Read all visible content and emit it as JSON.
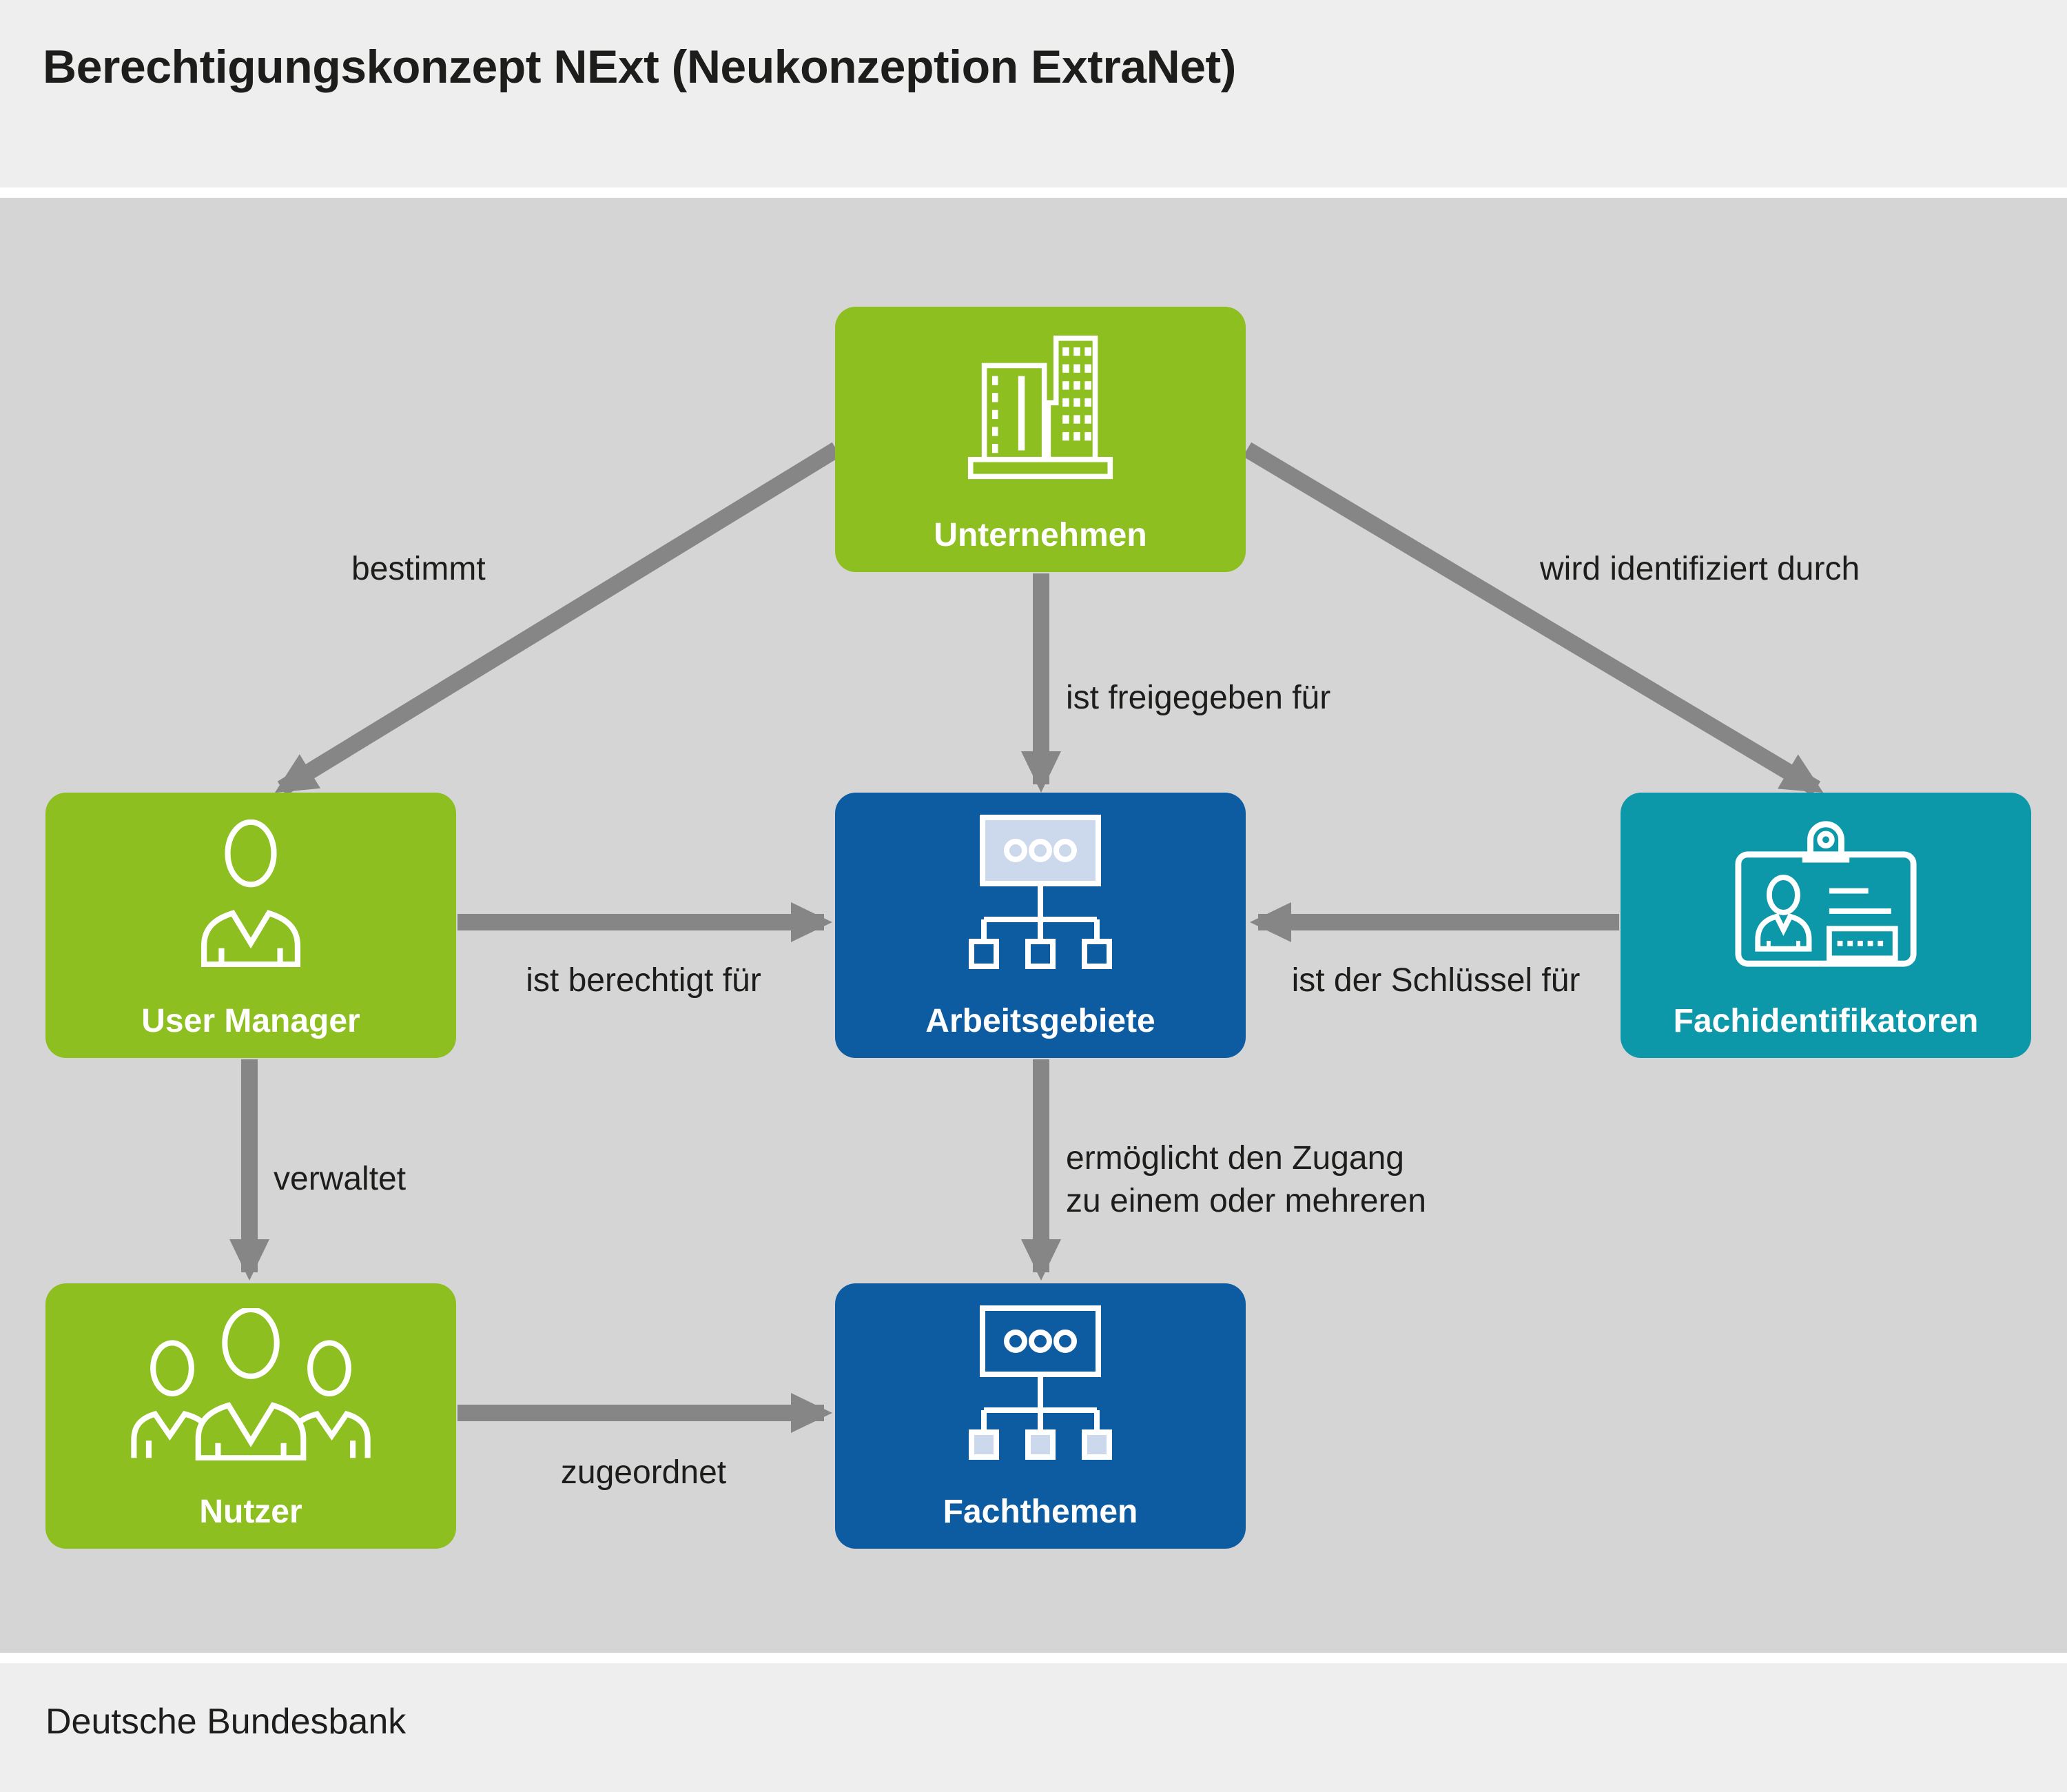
{
  "title": "Berechtigungskonzept NExt (Neukonzeption ExtraNet)",
  "footer": "Deutsche Bundesbank",
  "colors": {
    "green": "#8ebf21",
    "blue": "#0d5ca2",
    "teal": "#0c98a9",
    "arrow_gray": "#868686",
    "diagram_background": "#d5d5d5",
    "band_background": "#eeeeee",
    "icon_light_fill": "#ccd8ec",
    "text": "#1d1d1b"
  },
  "nodes": {
    "unternehmen": {
      "label": "Unternehmen",
      "icon": "building-icon",
      "color": "#8ebf21"
    },
    "user_manager": {
      "label": "User Manager",
      "icon": "person-icon",
      "color": "#8ebf21"
    },
    "arbeitsgebiete": {
      "label": "Arbeitsgebiete",
      "icon": "org-hierarchy-icon",
      "color": "#0d5ca2"
    },
    "fachidentifikatoren": {
      "label": "Fachidentifikatoren",
      "icon": "id-badge-icon",
      "color": "#0c98a9"
    },
    "nutzer": {
      "label": "Nutzer",
      "icon": "people-group-icon",
      "color": "#8ebf21"
    },
    "fachthemen": {
      "label": "Fachthemen",
      "icon": "org-hierarchy-icon",
      "color": "#0d5ca2"
    }
  },
  "edges": {
    "bestimmt": {
      "from": "Unternehmen",
      "to": "User Manager",
      "label": "bestimmt"
    },
    "ist_freigegeben_fuer": {
      "from": "Unternehmen",
      "to": "Arbeitsgebiete",
      "label": "ist freigegeben für"
    },
    "wird_identifiziert_durch": {
      "from": "Unternehmen",
      "to": "Fachidentifikatoren",
      "label": "wird identifiziert durch"
    },
    "ist_berechtigt_fuer": {
      "from": "User Manager",
      "to": "Arbeitsgebiete",
      "label": "ist berechtigt für"
    },
    "ist_der_schluessel_fuer": {
      "from": "Fachidentifikatoren",
      "to": "Arbeitsgebiete",
      "label": "ist der Schlüssel für"
    },
    "verwaltet": {
      "from": "User Manager",
      "to": "Nutzer",
      "label": "verwaltet"
    },
    "ermoeglicht_den_zugang": {
      "from": "Arbeitsgebiete",
      "to": "Fachthemen",
      "label_line1": "ermöglicht den Zugang",
      "label_line2": "zu einem oder mehreren"
    },
    "zugeordnet": {
      "from": "Nutzer",
      "to": "Fachthemen",
      "label": "zugeordnet"
    }
  }
}
